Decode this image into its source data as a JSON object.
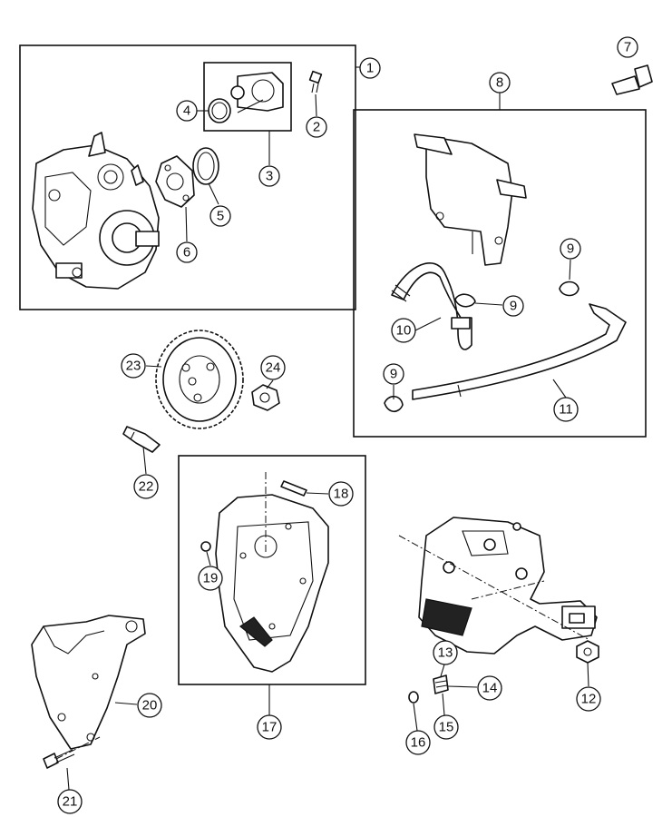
{
  "callouts": {
    "c1": "1",
    "c2": "2",
    "c3": "3",
    "c4": "4",
    "c5": "5",
    "c6": "6",
    "c7": "7",
    "c8": "8",
    "c9a": "9",
    "c9b": "9",
    "c9c": "9",
    "c10": "10",
    "c11": "11",
    "c12": "12",
    "c13": "13",
    "c14": "14",
    "c15": "15",
    "c16": "16",
    "c17": "17",
    "c18": "18",
    "c19": "19",
    "c20": "20",
    "c21": "21",
    "c22": "22",
    "c23": "23",
    "c24": "24"
  }
}
